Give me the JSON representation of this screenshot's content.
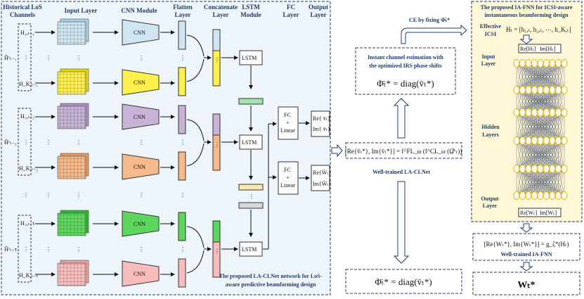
{
  "left_panel": {
    "headers": {
      "channels": [
        "Historical LoS",
        "Channels"
      ],
      "input_layer": "Input Layer",
      "cnn_module": "CNN Module",
      "flatten_layer": [
        "Flatten",
        "Layer"
      ],
      "concatenate_layer": [
        "Concatenate",
        "Layer"
      ],
      "lstm_module": [
        "LSTM",
        "Module"
      ],
      "fc_layer": [
        "FC",
        "Layer"
      ],
      "output_layer": [
        "Output",
        "Layer"
      ]
    },
    "groups": [
      {
        "side_label": "Ĥᵛₜ₋₁",
        "top_row": "H₁,ₜ₋₁",
        "bottom_row": "H_K,ₜ₋₁"
      },
      {
        "side_label": "Ĥᵛₜ₋₂",
        "top_row": "H₁,ₜ₋₂",
        "bottom_row": "H_K,ₜ₋₂"
      },
      {
        "side_label": "Ĥᵛₜ₋τ",
        "top_row": "H₁,ₜ₋τ",
        "bottom_row": "H_K,ₜ₋τ"
      }
    ],
    "cnn_label": "CNN",
    "lstm_label": "LSTM",
    "fc_label": [
      "FC",
      "+",
      "Linear"
    ],
    "outputs_1": [
      "Re{ v̄ₜ}",
      "Im{ v̄ₜ}"
    ],
    "outputs_2": [
      "Re{W̃ₜ}",
      "Im{W̃ₜ}"
    ],
    "caption": [
      "The proposed LA-CLNet network for LoS-",
      "aware predictive beamforming design"
    ],
    "colors": {
      "group1": "#cfe6f2",
      "group1_alt": "#fff04d",
      "group2": "#c6b3d6",
      "group2_alt": "#f5b98a",
      "group3": "#5cd65c",
      "group3_alt": "#f7bdbd",
      "panel_bg": "#eef5fa",
      "border": "#1f3b6b"
    }
  },
  "middle_panel": {
    "ce_label": "CE by fixing Φ̄ₜ*",
    "channel_est_box": [
      "Instant channel estimation with",
      "the optimized IRS phase shifts"
    ],
    "phi_eq": "Φ̄ₜ* = diag(v̄ₜ*)",
    "lacl_eq": "[Re{v̄ₜ*}, Im{v̄ₜ*}] = f^FL_ω (f^CL_ω (Ω̂ᵛₜ))",
    "lacl_label": "Well-trained LA-CLNet",
    "bottom_phi_eq": "Φ̄ₜ* = diag(v̄ₜ*)"
  },
  "right_panel": {
    "title": [
      "The proposed IA-FNN for ICSI-aware",
      "instantaneous beamforming design"
    ],
    "effective_icsi": [
      "Effective",
      "ICSI"
    ],
    "h_eq": "Hₜ = [h₁,ₜ, h₂,ₜ, ⋯, h_K,ₜ]",
    "input_values": [
      "Re[Hₜ]",
      "Im[Hₜ]"
    ],
    "layer_labels": {
      "input": [
        "Input",
        "Layer"
      ],
      "hidden": [
        "Hidden",
        "Layers"
      ],
      "output": [
        "Output",
        "Layer"
      ]
    },
    "output_values": [
      "Re[Wₜ]",
      "Im[Wₜ]"
    ],
    "ia_eq": "[Re{Wₜ*}, Im{Wₜ*}] = g_ζ*(Hₜ)",
    "ia_label": "Well-trained IA-FNN",
    "final_w": "Wₜ*"
  }
}
